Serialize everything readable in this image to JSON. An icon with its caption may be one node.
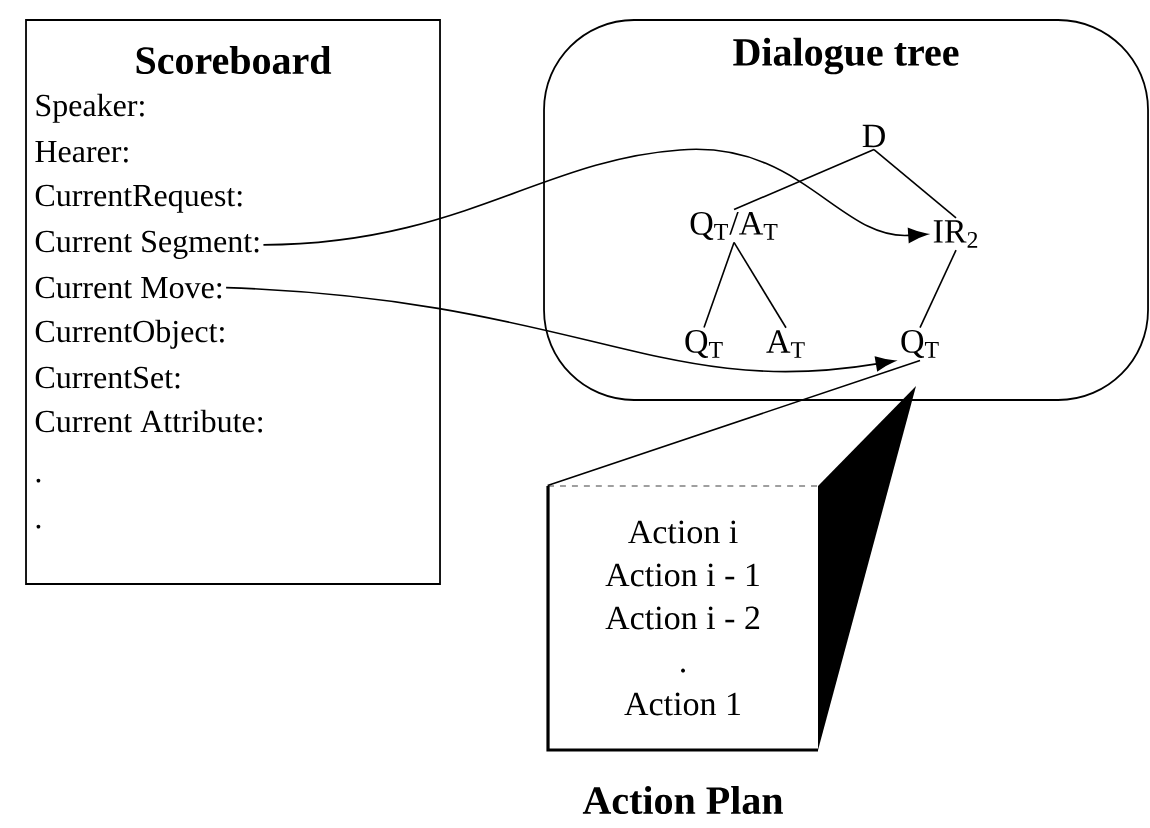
{
  "diagram": {
    "nodes": [
      {
        "text": [
          "Scoreboard"
        ]
      },
      {
        "text": [
          "Speaker:"
        ],
        "in": 0
      },
      {
        "text": [
          "Hearer:"
        ],
        "in": 0
      },
      {
        "text": [
          "CurrentRequest:"
        ],
        "in": 0
      },
      {
        "text": [
          "Current Segment:"
        ],
        "in": 0
      },
      {
        "text": [
          "Current Move:"
        ],
        "in": 0
      },
      {
        "text": [
          "CurrentObject:"
        ],
        "in": 0
      },
      {
        "text": [
          "CurrentSet:"
        ],
        "in": 0
      },
      {
        "text": [
          "Current Attribute:"
        ],
        "in": 0
      },
      {
        "text": [
          "."
        ],
        "in": 0
      },
      {
        "text": [
          "."
        ],
        "in": 0
      },
      {
        "text": [
          "Dialogue tree"
        ]
      },
      {
        "text": [
          "D"
        ],
        "in": 11
      },
      {
        "text": [
          "Q$_{T}$/A$_{T}$"
        ],
        "in": 11
      },
      {
        "text": [
          "IR$_{2}$"
        ],
        "in": 11
      },
      {
        "text": [
          "Q$_{T}$"
        ],
        "in": 11
      },
      {
        "text": [
          "A$_{T}$"
        ],
        "in": 11
      },
      {
        "text": [
          "Q$_{T}$"
        ],
        "in": 11
      },
      {
        "text": [
          "Action i",
          "Action i - 1",
          "Action i - 2",
          ".",
          "Action 1"
        ],
        "beside": [
          "Action Plan"
        ]
      }
    ],
    "edges": [
      {
        "from": 4,
        "to": 14,
        "arrow": "to"
      },
      {
        "from": 5,
        "to": 17,
        "arrow": "to"
      },
      {
        "from": 12,
        "to": 13,
        "arrow": "none"
      },
      {
        "from": 12,
        "to": 14,
        "arrow": "none"
      },
      {
        "from": 13,
        "to": 15,
        "arrow": "none"
      },
      {
        "from": 13,
        "to": 16,
        "arrow": "none"
      },
      {
        "from": 14,
        "to": 17,
        "arrow": "none"
      },
      {
        "from": 17,
        "to": 18,
        "arrow": "none"
      }
    ]
  }
}
